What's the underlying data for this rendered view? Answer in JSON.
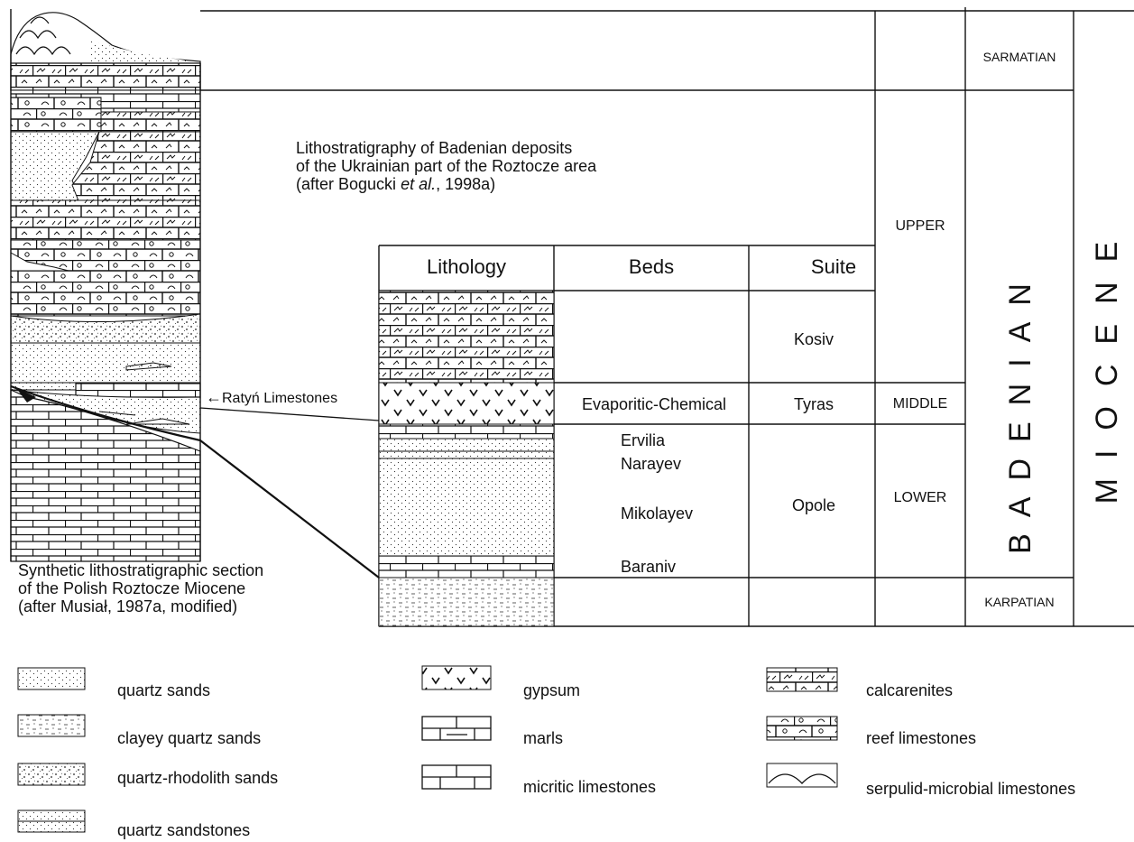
{
  "caption_ukr": {
    "line1": "Lithostratigraphy of Badenian deposits",
    "line2": "of the Ukrainian part of the Roztocze area",
    "line3_pre": "(after Bogucki ",
    "line3_ital": "et al.",
    "line3_post": ", 1998a)"
  },
  "caption_pol": {
    "line1": "Synthetic lithostratigraphic section",
    "line2": "of the Polish Roztocze Miocene",
    "line3": "(after Musiał, 1987a, modified)"
  },
  "marker_label": "Ratyń Limestones",
  "table": {
    "headers": {
      "lithology": "Lithology",
      "beds": "Beds",
      "suite": "Suite"
    },
    "beds": {
      "evaporitic": "Evaporitic-Chemical",
      "ervilia": "Ervilia",
      "narayev": "Narayev",
      "mikolayev": "Mikolayev",
      "baraniv": "Baraniv"
    },
    "suites": {
      "kosiv": "Kosiv",
      "tyras": "Tyras",
      "opole": "Opole"
    },
    "substages": {
      "upper": "UPPER",
      "middle": "MIDDLE",
      "lower": "LOWER"
    },
    "stages": {
      "sarmatian": "SARMATIAN",
      "badenian": "BADENIAN",
      "karpatian": "KARPATIAN"
    },
    "epoch": "MIOCENE"
  },
  "legend": [
    {
      "pattern": "quartz-sands",
      "label": "quartz sands"
    },
    {
      "pattern": "clayey-quartz-sands",
      "label": "clayey quartz sands"
    },
    {
      "pattern": "quartz-rhodolith-sands",
      "label": "quartz-rhodolith sands"
    },
    {
      "pattern": "quartz-sandstones",
      "label": "quartz sandstones"
    },
    {
      "pattern": "gypsum",
      "label": "gypsum"
    },
    {
      "pattern": "marls",
      "label": "marls"
    },
    {
      "pattern": "micritic-limestones",
      "label": "micritic limestones"
    },
    {
      "pattern": "calcarenites",
      "label": "calcarenites"
    },
    {
      "pattern": "reef-limestones",
      "label": "reef limestones"
    },
    {
      "pattern": "serpulid-microbial-limestones",
      "label": "serpulid-microbial limestones"
    }
  ]
}
